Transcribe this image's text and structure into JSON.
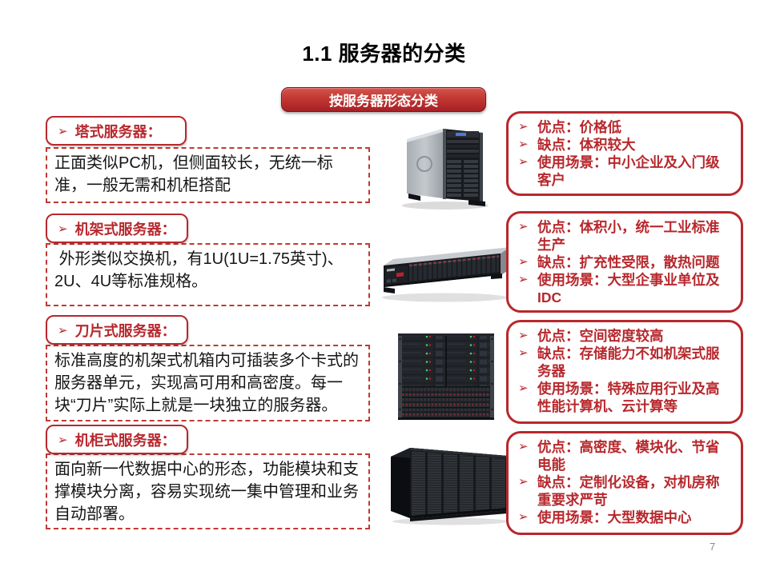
{
  "slide": {
    "title": "1.1 服务器的分类",
    "banner": "按服务器形态分类",
    "page_number": "7",
    "bullet_glyph": "➢",
    "colors": {
      "accent_red": "#b7282d",
      "banner_red": "#c23732",
      "body_text": "#151515",
      "page_number_gray": "#7b8ca1"
    }
  },
  "sections": [
    {
      "heading": "塔式服务器：",
      "description": "正面类似PC机，但侧面较长，无统一标准，一般无需和机柜搭配",
      "image": "tower-server-photo",
      "points": [
        "优点：价格低",
        "缺点：体积较大",
        "使用场景：中小企业及入门级客户"
      ]
    },
    {
      "heading": "机架式服务器：",
      "description": " 外形类似交换机，有1U(1U=1.75英寸)、2U、4U等标准规格。",
      "image": "rack-server-photo",
      "points": [
        "优点：体积小，统一工业标准生产",
        "缺点：扩充性受限，散热问题",
        "使用场景：大型企事业单位及IDC"
      ]
    },
    {
      "heading": "刀片式服务器：",
      "description": "标准高度的机架式机箱内可插装多个卡式的服务器单元，实现高可用和高密度。每一块“刀片”实际上就是一块独立的服务器。",
      "image": "blade-server-photo",
      "points": [
        "优点：空间密度较高",
        "缺点：存储能力不如机架式服务器",
        "使用场景：特殊应用行业及高性能计算机、云计算等"
      ]
    },
    {
      "heading": "机柜式服务器：",
      "description": "面向新一代数据中心的形态，功能模块和支撑模块分离，容易实现统一集中管理和业务自动部署。",
      "image": "cabinet-server-photo",
      "points": [
        "优点：高密度、模块化、节省电能",
        "缺点：定制化设备，对机房称重要求严苛",
        "使用场景：大型数据中心"
      ]
    }
  ]
}
